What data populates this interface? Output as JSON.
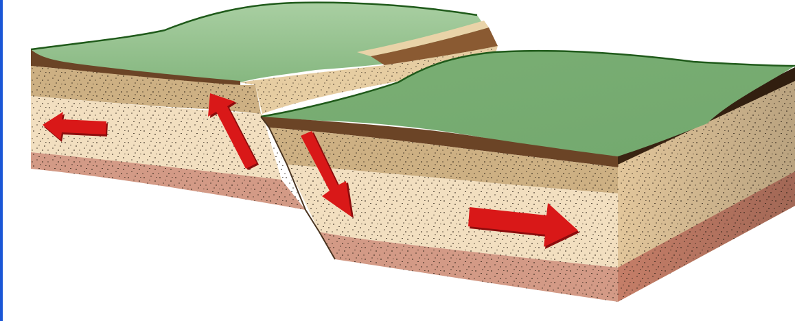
{
  "colors": {
    "background": "#ffffff",
    "frame_edge": "#1a56d6",
    "grass": "#7fb07a",
    "grass_light": "#9cc596",
    "grass_edge": "#1f5a1a",
    "topsoil": "#6b4426",
    "topsoil_dark": "#3a2412",
    "sand_dark": "#cdb083",
    "sand_light": "#f2dfc0",
    "sand_mid": "#e2c69b",
    "clay": "#d39a86",
    "clay_dark": "#c57e68",
    "speckle": "#2a2016",
    "arrow": "#d91818",
    "arrow_shadow": "#8c0c0c"
  },
  "diagram": {
    "subject": "normal-fault-block-diagram",
    "arrows": [
      {
        "id": "left-block-pull",
        "direction": "left"
      },
      {
        "id": "left-block-up",
        "direction": "up-left"
      },
      {
        "id": "right-block-down",
        "direction": "down-right"
      },
      {
        "id": "right-block-pull",
        "direction": "right"
      }
    ]
  }
}
